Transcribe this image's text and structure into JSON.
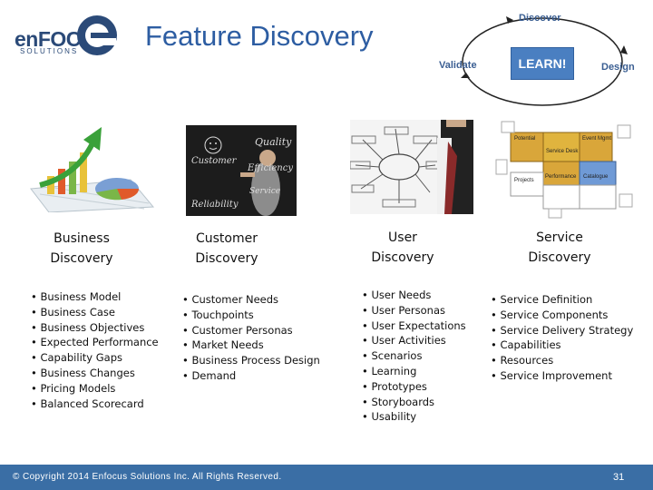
{
  "logo": {
    "word": "enFOCUS",
    "sub": "SOLUTIONS"
  },
  "title": "Feature Discovery",
  "cycle": {
    "top": "Discover",
    "center": "LEARN!",
    "left": "Validate",
    "right": "Design"
  },
  "columns": [
    {
      "heading_line1": "Business",
      "heading_line2": "Discovery",
      "items": [
        "Business Model",
        "Business Case",
        "Business Objectives",
        "Expected Performance",
        "Capability Gaps",
        "Business Changes",
        "Pricing Models",
        "Balanced Scorecard"
      ]
    },
    {
      "heading_line1": "Customer",
      "heading_line2": "Discovery",
      "board_words": [
        "Quality",
        "Customer",
        "Efficiency",
        "Service",
        "Reliability"
      ],
      "items": [
        "Customer Needs",
        "Touchpoints",
        "Customer Personas",
        "Market Needs",
        "Business Process Design",
        "Demand"
      ]
    },
    {
      "heading_line1": "User",
      "heading_line2": "Discovery",
      "items": [
        "User Needs",
        "User Personas",
        "User Expectations",
        "User Activities",
        "Scenarios",
        "Learning",
        "Prototypes",
        "Storyboards",
        "Usability"
      ]
    },
    {
      "heading_line1": "Service",
      "heading_line2": "Discovery",
      "puzzle_labels": [
        "Potential",
        "Event Mgmt",
        "Service Desk",
        "Performance",
        "Projects",
        "Catalogue"
      ],
      "items": [
        "Service Definition",
        "Service Components",
        "Service Delivery Strategy",
        "Capabilities",
        "Resources",
        "Service Improvement"
      ]
    }
  ],
  "footer": {
    "copyright": "© Copyright 2014 Enfocus Solutions Inc. All Rights Reserved.",
    "page": "31"
  },
  "colors": {
    "title": "#2d5da2",
    "footer": "#3a6ea5",
    "learn": "#4a7fc1"
  }
}
